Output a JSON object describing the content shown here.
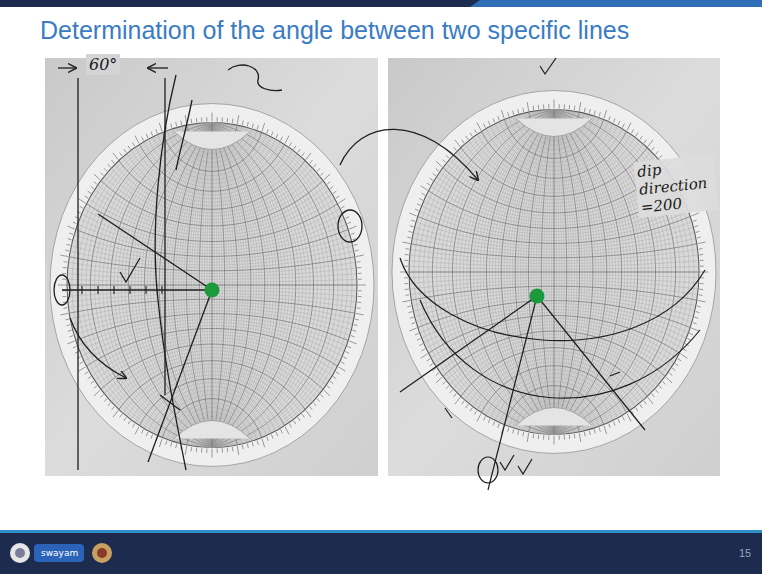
{
  "diagram": {
    "title": "Determination of the angle between two specific lines",
    "labels": [
      "60°",
      "dip direction =200",
      "swayam",
      "15"
    ]
  }
}
